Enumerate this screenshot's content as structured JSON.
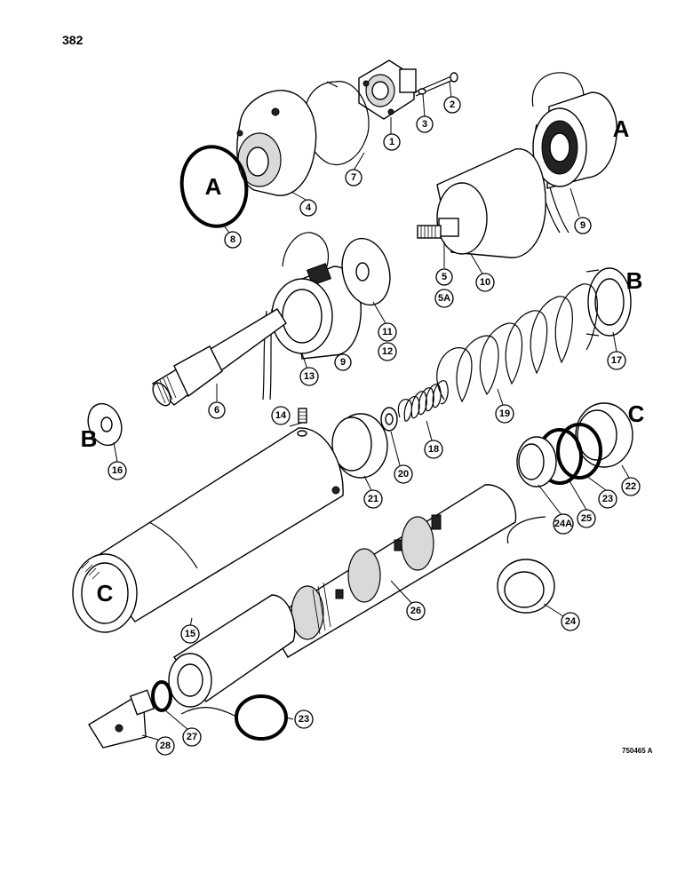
{
  "page_number": "382",
  "figure_code": "750465 A",
  "section_letters": [
    "A",
    "A",
    "B",
    "B",
    "C",
    "C"
  ],
  "callouts": [
    "1",
    "2",
    "3",
    "4",
    "5",
    "5A",
    "6",
    "7",
    "8",
    "9",
    "9",
    "10",
    "11",
    "12",
    "13",
    "14",
    "15",
    "16",
    "17",
    "18",
    "19",
    "20",
    "21",
    "22",
    "23",
    "23",
    "24",
    "24A",
    "25",
    "26",
    "27",
    "28"
  ]
}
